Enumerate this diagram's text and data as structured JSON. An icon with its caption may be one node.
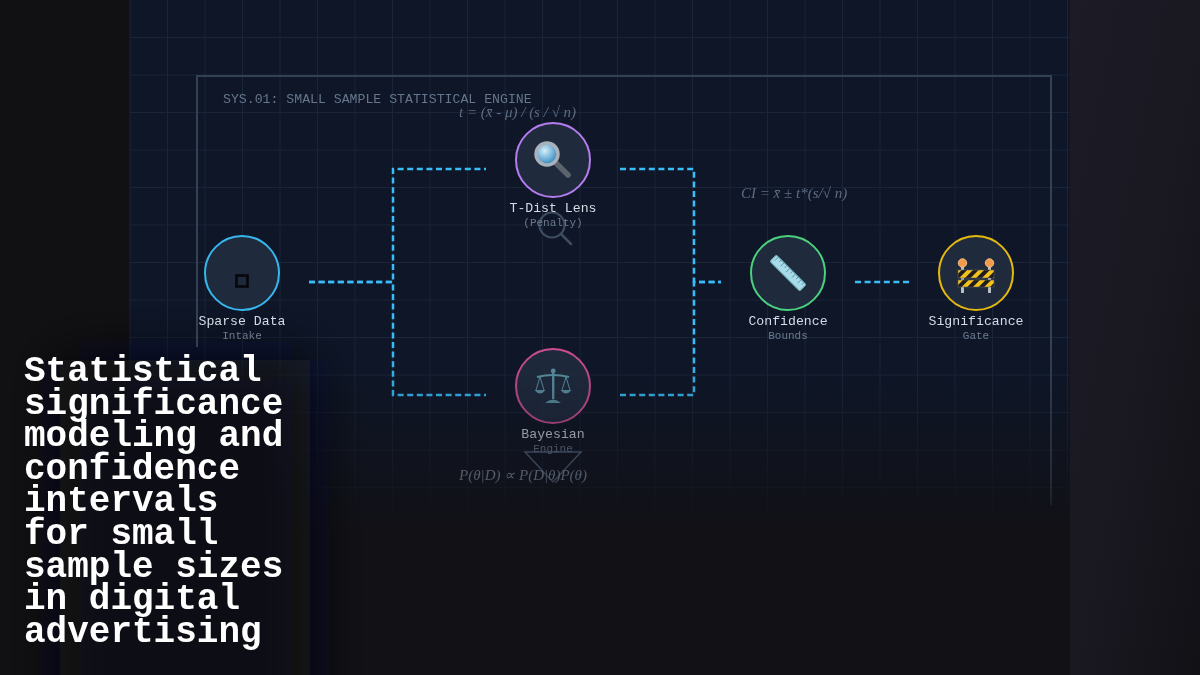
{
  "diagram": {
    "title": "Statistical significance modeling and confidence intervals for small sample sizes in digital advertising",
    "nodes": [
      {
        "text": [
          "SYS.01: SMALL SAMPLE STATISTICAL ENGINE"
        ]
      },
      {
        "text": [
          "Sparse Data",
          "Intake"
        ],
        "in": 0
      },
      {
        "text": [
          "T-Dist Lens",
          "(Penalty)"
        ],
        "in": 0,
        "beside": [
          "t = (x̄ - μ) / (s / √ n)"
        ]
      },
      {
        "text": [
          "Bayesian",
          "Engine"
        ],
        "in": 0,
        "beside": [
          "P(θ|D) ∝ P(D|θ)P(θ)"
        ]
      },
      {
        "text": [
          "Confidence",
          "Bounds"
        ],
        "in": 0,
        "beside": [
          "CI = x̄ ± t*(s/√ n)"
        ]
      },
      {
        "text": [
          "Significance",
          "Gate"
        ],
        "in": 0
      }
    ],
    "edges": [
      {
        "from": 1,
        "to": 2,
        "arrow": "none",
        "style": "dashed"
      },
      {
        "from": 1,
        "to": 3,
        "arrow": "none",
        "style": "dashed"
      },
      {
        "from": 2,
        "to": 4,
        "arrow": "none",
        "style": "dashed"
      },
      {
        "from": 3,
        "to": 4,
        "arrow": "none",
        "style": "dashed"
      },
      {
        "from": 4,
        "to": 5,
        "arrow": "none",
        "style": "dashed"
      }
    ]
  }
}
